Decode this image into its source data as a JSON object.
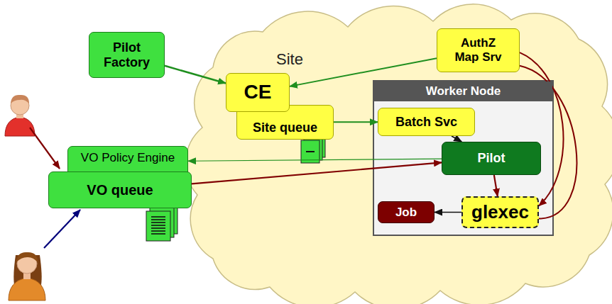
{
  "diagram": {
    "nodes": [
      {
        "text": [
          "Pilot Factory"
        ]
      },
      {
        "text": [
          "Site"
        ]
      },
      {
        "text": [
          "CE"
        ],
        "in": 1
      },
      {
        "text": [
          "Site queue"
        ],
        "in": 1
      },
      {
        "text": [
          "AuthZ Map Srv"
        ],
        "in": 1
      },
      {
        "text": [
          "Worker Node"
        ],
        "in": 1
      },
      {
        "text": [
          "Batch Svc"
        ],
        "in": 5
      },
      {
        "text": [
          "Pilot"
        ],
        "in": 5
      },
      {
        "text": [
          "Job"
        ],
        "in": 5
      },
      {
        "text": [
          "glexec"
        ],
        "in": 5
      },
      {
        "text": [
          "VO Policy Engine"
        ]
      },
      {
        "text": [
          "VO queue"
        ]
      }
    ],
    "edges": [
      {
        "from": 0,
        "to": 2,
        "arrow": "to"
      },
      {
        "from": 4,
        "to": 2,
        "arrow": "to"
      },
      {
        "from": 3,
        "to": 6,
        "arrow": "to"
      },
      {
        "from": 6,
        "to": 7,
        "arrow": "to"
      },
      {
        "from": 7,
        "to": 10,
        "arrow": "to"
      },
      {
        "from": 11,
        "to": 7,
        "arrow": "to"
      },
      {
        "from": 7,
        "to": 9,
        "arrow": "to"
      },
      {
        "from": 9,
        "to": 8,
        "arrow": "to"
      },
      {
        "from": 4,
        "to": 9,
        "arrow": "to"
      },
      {
        "from": 9,
        "to": 4,
        "arrow": "none"
      }
    ]
  }
}
